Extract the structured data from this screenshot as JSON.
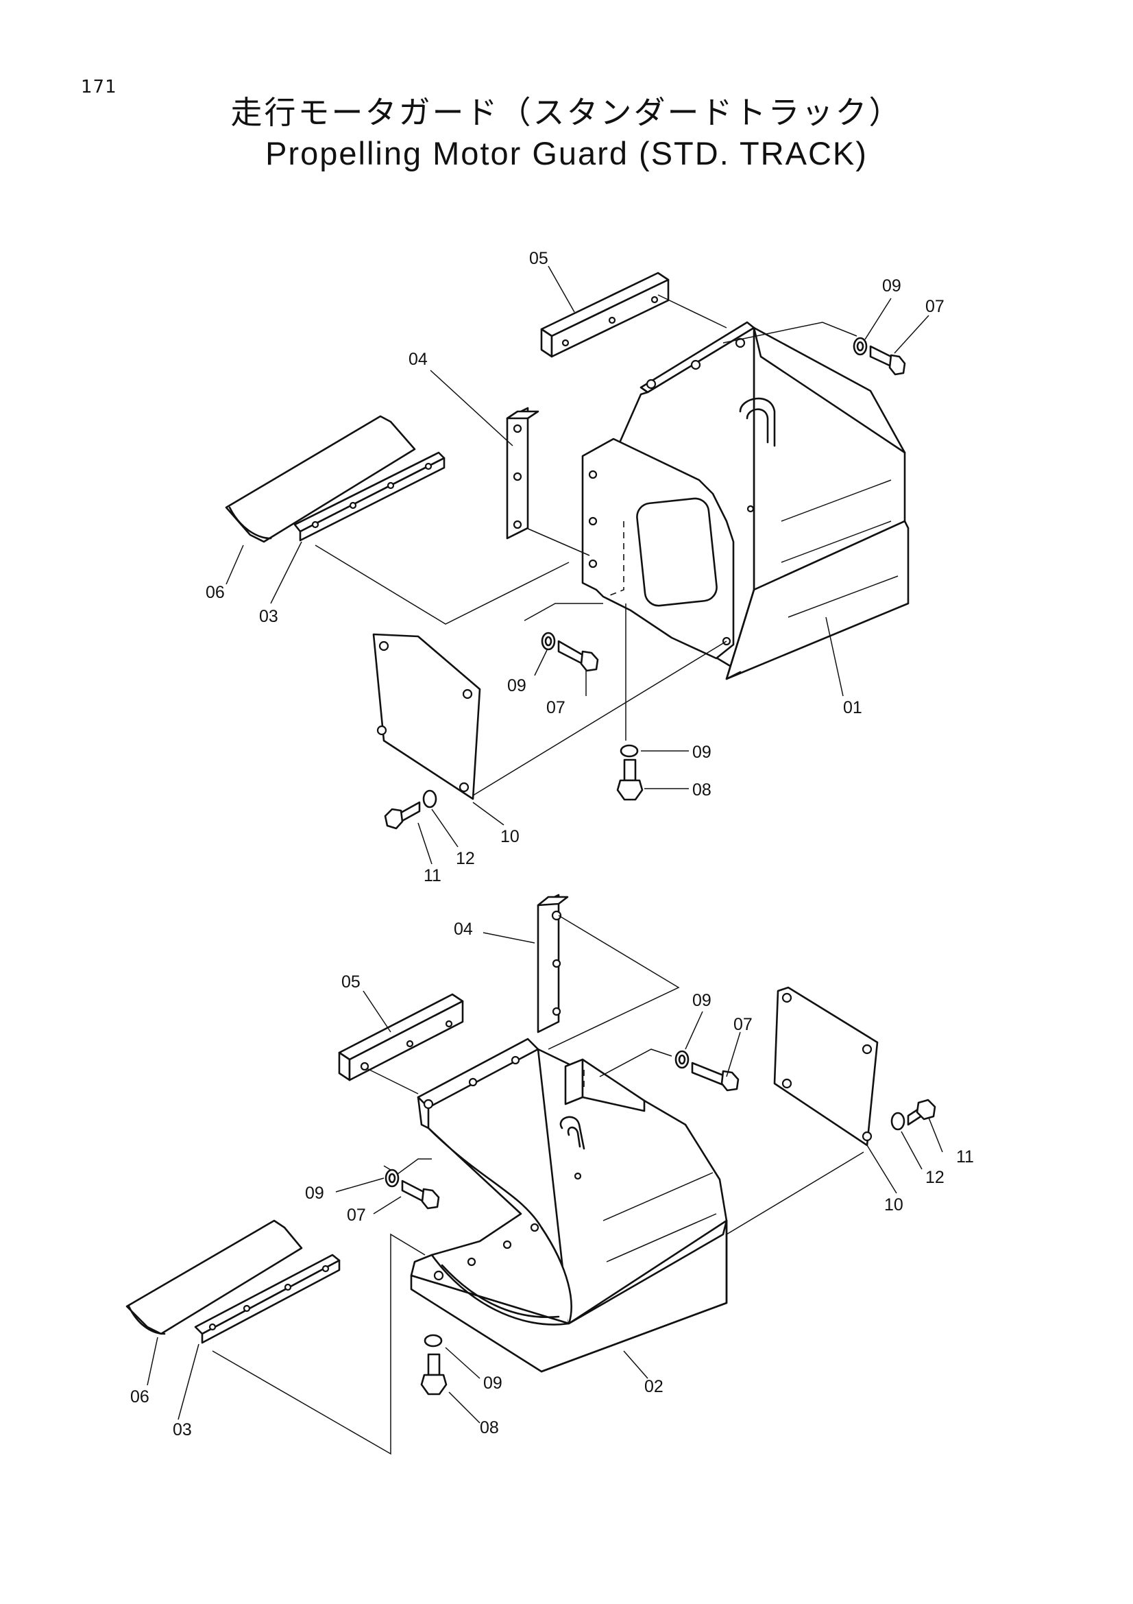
{
  "page": {
    "number": "171"
  },
  "title": {
    "japanese": "走行モータガード（スタンダードトラック）",
    "english": "Propelling Motor Guard (STD. TRACK)"
  },
  "callouts": {
    "upper": {
      "p01": "01",
      "p03": "03",
      "p04": "04",
      "p05": "05",
      "p06": "06",
      "p07a": "07",
      "p07b": "07",
      "p08": "08",
      "p09a": "09",
      "p09b": "09",
      "p09c": "09",
      "p10": "10",
      "p11": "11",
      "p12": "12"
    },
    "lower": {
      "p02": "02",
      "p03": "03",
      "p04": "04",
      "p05": "05",
      "p06": "06",
      "p07a": "07",
      "p07b": "07",
      "p08": "08",
      "p09a": "09",
      "p09b": "09",
      "p09c": "09",
      "p10": "10",
      "p11": "11",
      "p12": "12"
    }
  }
}
